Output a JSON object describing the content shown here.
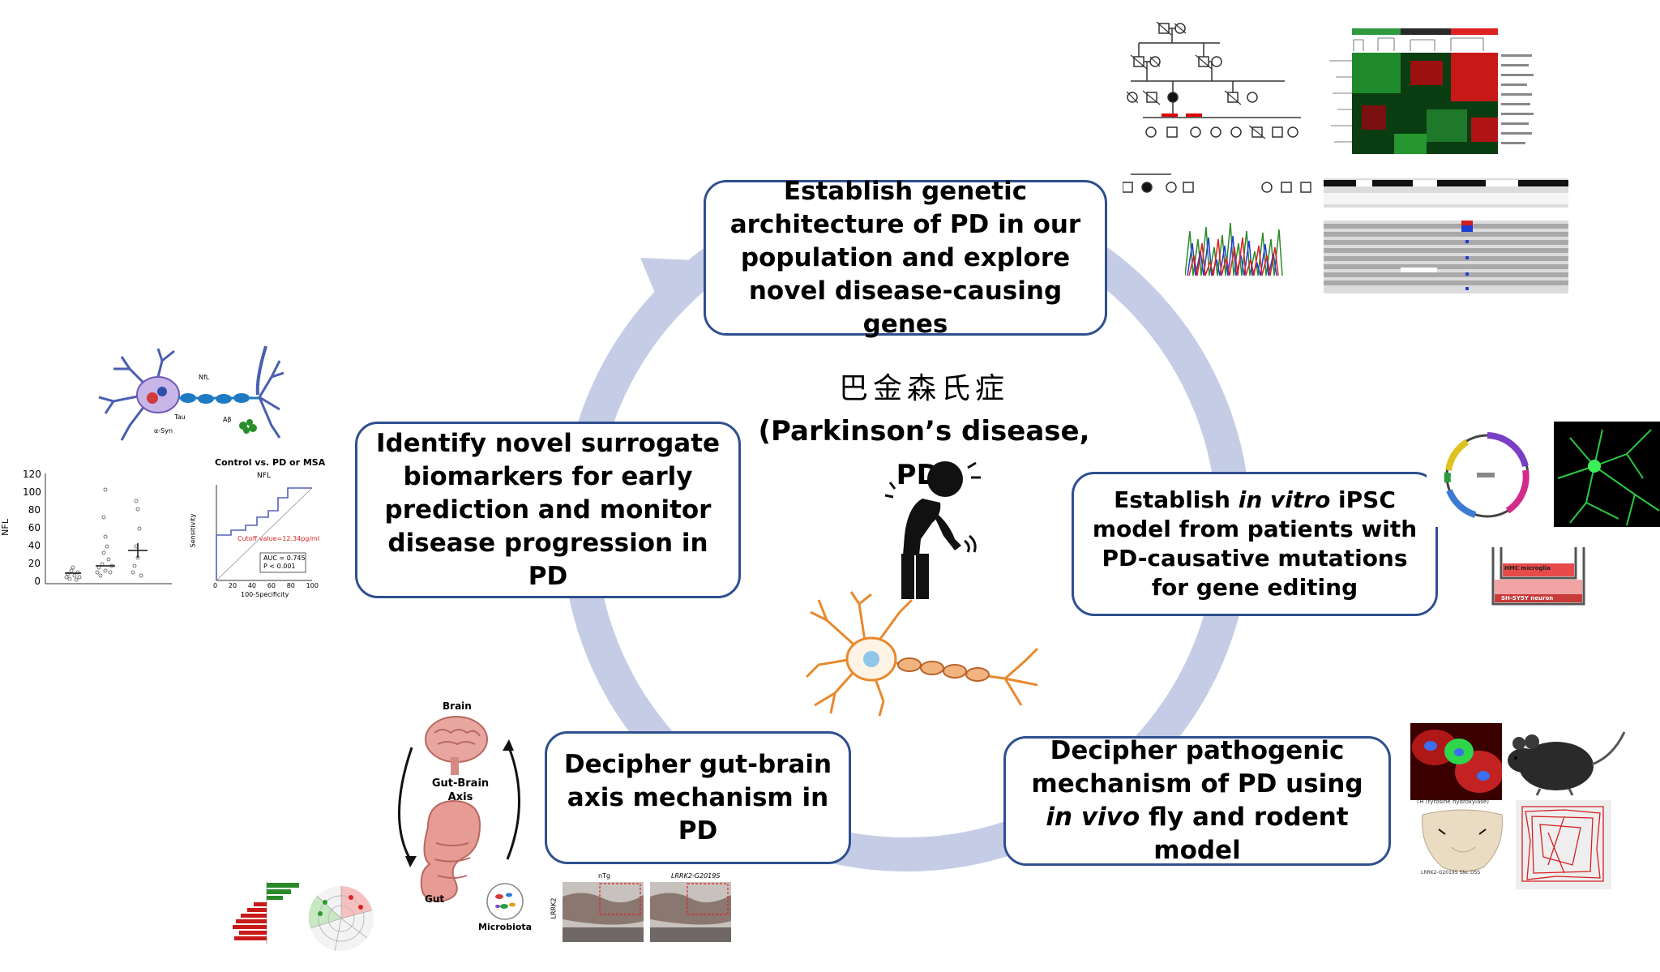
{
  "center": {
    "title_zh": "巴金森氏症",
    "title_en": "(Parkinson’s disease, PD)"
  },
  "boxes": {
    "genetic": "Establish genetic architecture of PD in our population and explore novel disease-causing genes",
    "biomarkers": "Identify novel surrogate biomarkers for early prediction and monitor disease progression in PD",
    "ipsc": {
      "pre": "Establish ",
      "italic": "in vitro",
      "post": " iPSC model from patients with PD-causative mutations for gene editing"
    },
    "gut": "Decipher gut-brain axis mechanism in PD",
    "pathogenic": {
      "pre": "Decipher pathogenic mechanism of PD using ",
      "italic": "in vivo",
      "post": " fly and rodent model"
    }
  },
  "neuron_labels": {
    "nfl": "NfL",
    "tau": "Tau",
    "abeta": "Aβ",
    "asyn": "α-Syn"
  },
  "scatter_plot": {
    "y_axis_label": "NFL",
    "y_ticks": [
      "120",
      "100",
      "80",
      "60",
      "40",
      "20",
      "0"
    ]
  },
  "roc_plot": {
    "title": "Control vs. PD or MSA",
    "subtitle": "NFL",
    "y_axis_label": "Sensitivity",
    "x_axis_label": "100-Specificity",
    "ticks": [
      "0",
      "20",
      "40",
      "60",
      "80",
      "100"
    ],
    "cutoff": "Cutoff value=12.34pg/ml",
    "auc": "AUC = 0.745",
    "p": "P < 0.001"
  },
  "gut_brain": {
    "brain": "Brain",
    "axis": "Gut-Brain Axis",
    "gut": "Gut",
    "microbiota": "Microbiota"
  },
  "histology": {
    "ntg": "nTg",
    "lrrk2": "LRRK2-G2019S",
    "stain": "LRRK2"
  },
  "coculture": {
    "top": "HMC microglia",
    "bottom": "SH-SY5Y neuron"
  },
  "th_panel": {
    "title": "TH (tyrosine hydroxylase)",
    "bottom": "LRRK2-G2019S SNc DSS"
  },
  "colors": {
    "box_border": "#2f4f8f",
    "cycle": "#c5cde6",
    "neuron": "#e8892e"
  }
}
